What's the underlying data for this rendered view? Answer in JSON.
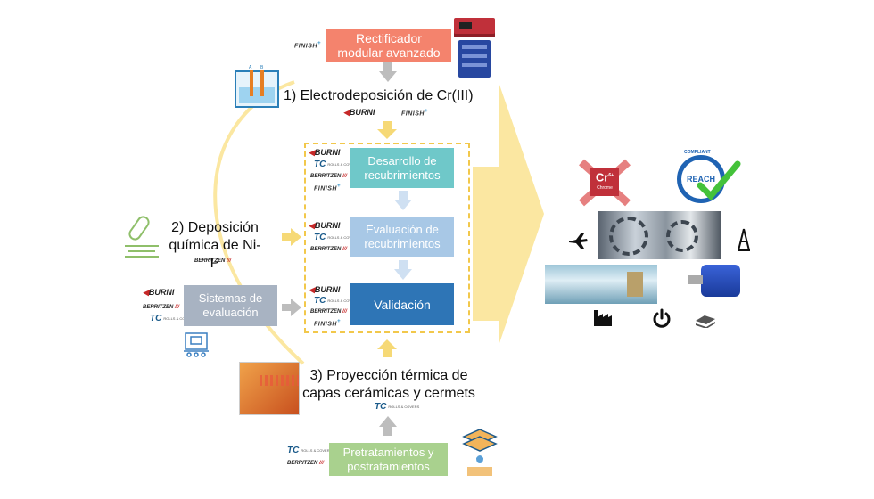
{
  "rectifier": {
    "label": "Rectificador modular avanzado",
    "logo": "FINISH"
  },
  "step1": {
    "title": "1) Electrodeposición de Cr(III)",
    "logos": [
      "BURNI",
      "FINISH"
    ]
  },
  "step2": {
    "title_line1": "2) Deposición",
    "title_line2": "química de Ni-P",
    "logo": "BERRITZEN"
  },
  "step3": {
    "title_line1": "3) Proyección térmica de",
    "title_line2": "capas cerámicas y cermets",
    "logo": "ROLLS & COVERS"
  },
  "dev": {
    "box1": {
      "line1": "Desarrollo de",
      "line2": "recubrimientos"
    },
    "box2": {
      "line1": "Evaluación de",
      "line2": "recubrimientos"
    },
    "box3": {
      "line1": "Validación"
    }
  },
  "eval": {
    "line1": "Sistemas de",
    "line2": "evaluación"
  },
  "pretreat": {
    "line1": "Pretratamientos y",
    "line2": "postratamientos"
  },
  "brand": {
    "burni": "BURNI",
    "rolls": "ROLLS & COVERS",
    "berritzen": "BERRITZEN",
    "finish": "FINISH"
  },
  "result": {
    "chrome_symbol": "Cr",
    "chrome_sup": "6+",
    "chrome_name": "Chrome",
    "reach_label": "REACH",
    "reach_ring": "COMPLIANT"
  },
  "colors": {
    "rectifier": "#f4836d",
    "dev_box": "#6fc8c9",
    "eval_box": "#a8c8e6",
    "valid_box": "#2e75b6",
    "systems_box": "#a8b3c2",
    "pretreat_box": "#a9d18e",
    "big_arrow": "#fbe7a1",
    "dashed": "#f2c84b"
  }
}
